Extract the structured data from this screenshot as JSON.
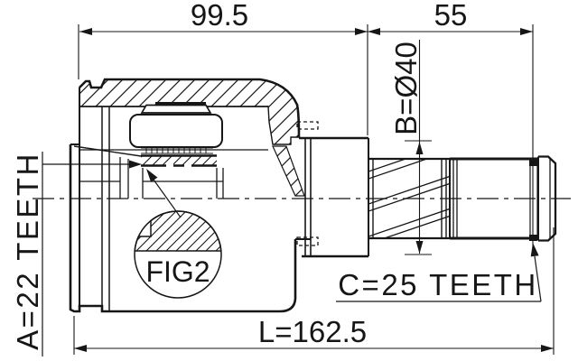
{
  "colors": {
    "background": "#ffffff",
    "line": "#161616"
  },
  "labels": {
    "dim_housing_length": "99.5",
    "dim_shaft_length": "55",
    "dim_shaft_diameter": "B=Ø40",
    "dim_inner_teeth": "A=22 TEETH",
    "dim_outer_teeth": "C=25 TEETH",
    "dim_overall_length": "L=162.5",
    "detail_ref": "FIG2"
  }
}
